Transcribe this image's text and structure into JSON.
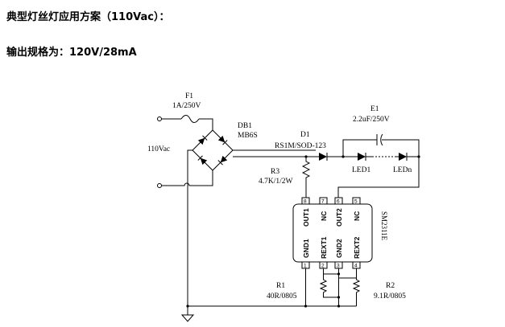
{
  "title": "典型灯丝灯应用方案（110Vac）：",
  "spec": "输出规格为：120V/28mA",
  "schematic": {
    "fuse": {
      "ref": "F1",
      "value": "1A/250V"
    },
    "input": {
      "label": "110Vac"
    },
    "bridge": {
      "ref": "DB1",
      "value": "MB6S"
    },
    "diode": {
      "ref": "D1",
      "value": "RS1M/SOD-123"
    },
    "capacitor": {
      "ref": "E1",
      "value": "2.2uF/250V"
    },
    "leds": {
      "first": "LED1",
      "last": "LEDn"
    },
    "r3": {
      "ref": "R3",
      "value": "4.7K/1/2W"
    },
    "r1": {
      "ref": "R1",
      "value": "40R/0805"
    },
    "r2": {
      "ref": "R2",
      "value": "9.1R/0805"
    },
    "ic": {
      "part": "SM2311E",
      "top_pins": [
        {
          "no": "8",
          "name": "OUT1"
        },
        {
          "no": "7",
          "name": "NC"
        },
        {
          "no": "6",
          "name": "OUT2"
        },
        {
          "no": "5",
          "name": "NC"
        }
      ],
      "bottom_pins": [
        {
          "no": "1",
          "name": "GND1"
        },
        {
          "no": "2",
          "name": "REXT1"
        },
        {
          "no": "3",
          "name": "GND2"
        },
        {
          "no": "4",
          "name": "REXT2"
        }
      ]
    }
  }
}
